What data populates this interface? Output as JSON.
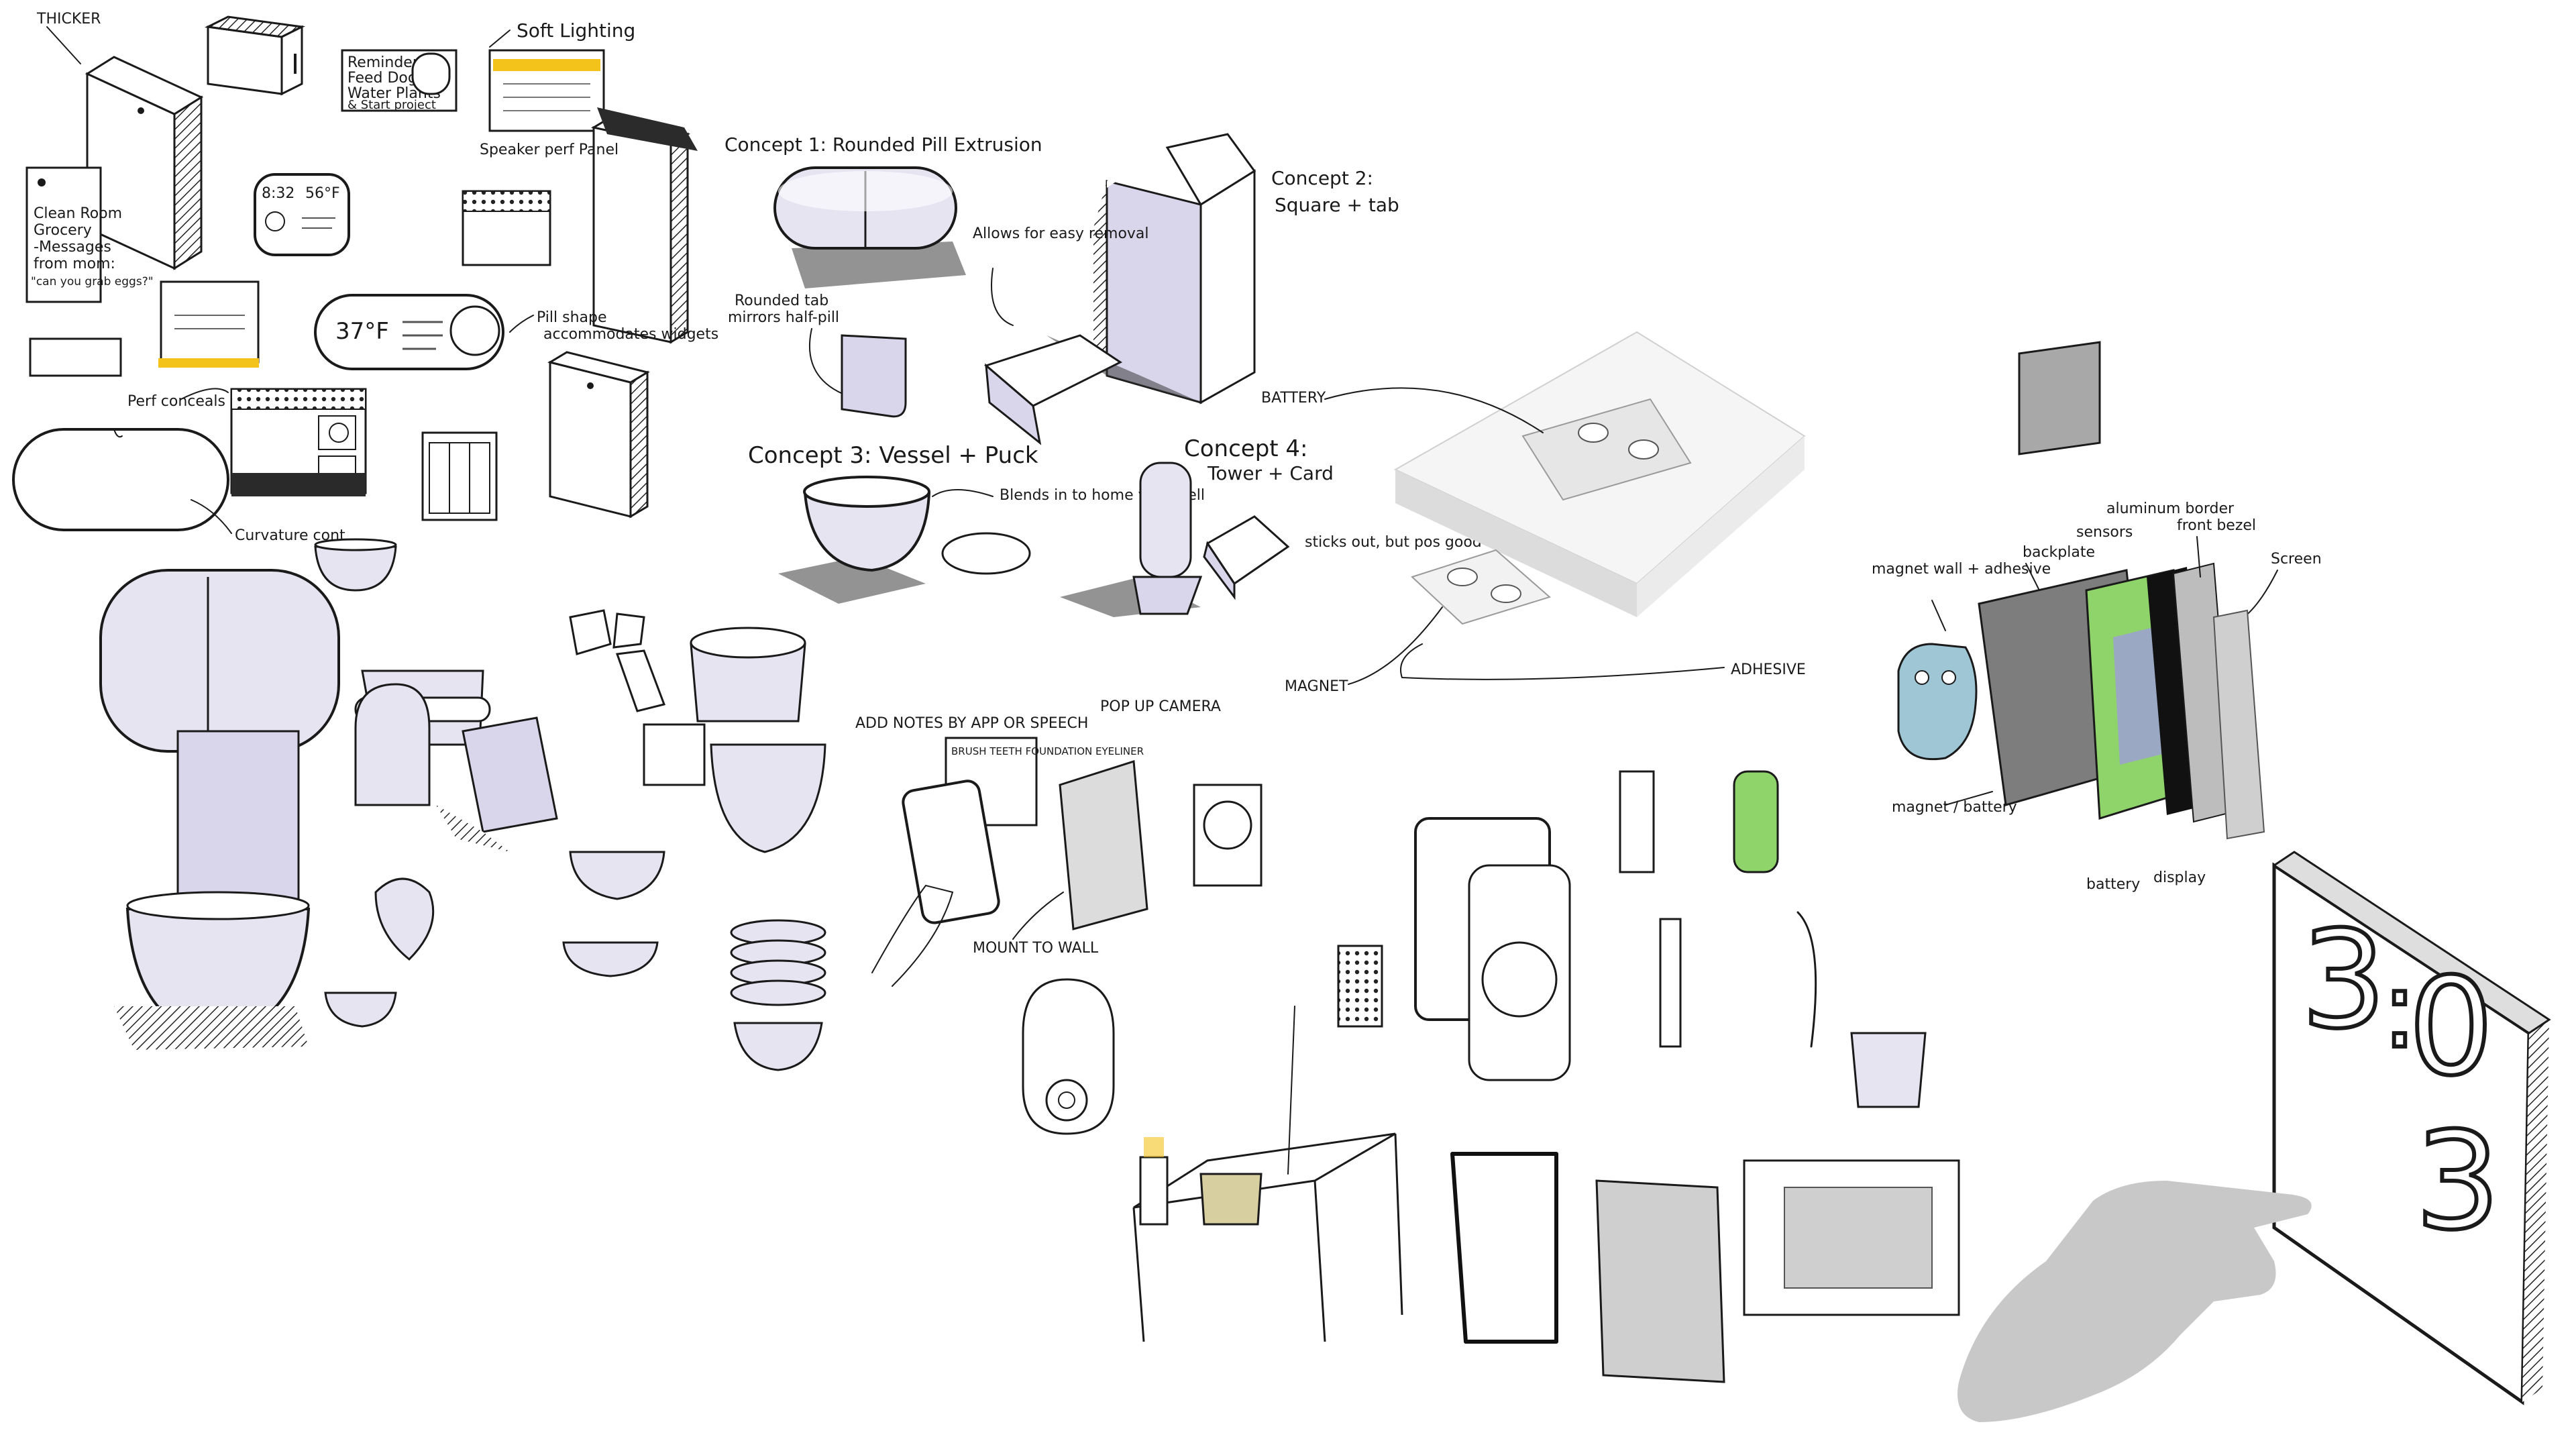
{
  "labels": {
    "thicker": "THICKER",
    "soft_lighting": "Soft Lighting",
    "reminders": "Reminders",
    "feed_dog": "Feed Dog",
    "water_plants": "Water Plants",
    "start_project": "& Start project",
    "speaker_perf_panel": "Speaker perf Panel",
    "clean_room": "Clean Room",
    "grocery": "Grocery",
    "messages": "-Messages",
    "from_mom": "from mom:",
    "can_you_grab_eggs": "\"can you grab eggs?\"",
    "time_832": "8:32",
    "temp_56": "56°F",
    "temp_37": "37°F",
    "pill_shape": "Pill shape",
    "accommodates_widgets": "accommodates widgets",
    "perf_conceals_camera": "Perf conceals camera",
    "curvature_cont": "Curvature cont",
    "concept1": "Concept 1: Rounded Pill Extrusion",
    "rounded_tab": "Rounded tab",
    "mirrors_pill": "mirrors half-pill",
    "allows_removal": "Allows for easy removal",
    "concept2_title": "Concept 2:",
    "concept2_sub": "Square + tab",
    "concept3": "Concept 3: Vessel + Puck",
    "blends_in": "Blends in to home very well",
    "concept4_title": "Concept 4:",
    "concept4_sub": "Tower + Card",
    "sticks_out": "sticks out, but pos good for packaging",
    "battery": "BATTERY",
    "magnet": "MAGNET",
    "adhesive": "ADHESIVE",
    "add_notes": "ADD NOTES BY APP OR SPEECH",
    "brush_teeth_note": "BRUSH TEETH FOUNDATION EYELINER",
    "pop_up_camera": "POP UP CAMERA",
    "mount_to_wall": "MOUNT TO WALL",
    "magnet_wall_adhesive": "magnet wall + adhesive",
    "backplate": "backplate",
    "sensors": "sensors",
    "aluminum_border": "aluminum border",
    "front_bezel": "front bezel",
    "screen": "Screen",
    "magnet_battery": "magnet / battery",
    "battery_lower": "battery",
    "display": "display",
    "clock_digits": [
      "3",
      ":",
      "0",
      "3"
    ]
  },
  "colors": {
    "lavender": "#e7e4f2",
    "highlight_yellow": "#f3c21b",
    "green_panel": "#8fd36b",
    "light_blue": "#9ec6d4",
    "hand_grey": "#c8c8c8"
  }
}
